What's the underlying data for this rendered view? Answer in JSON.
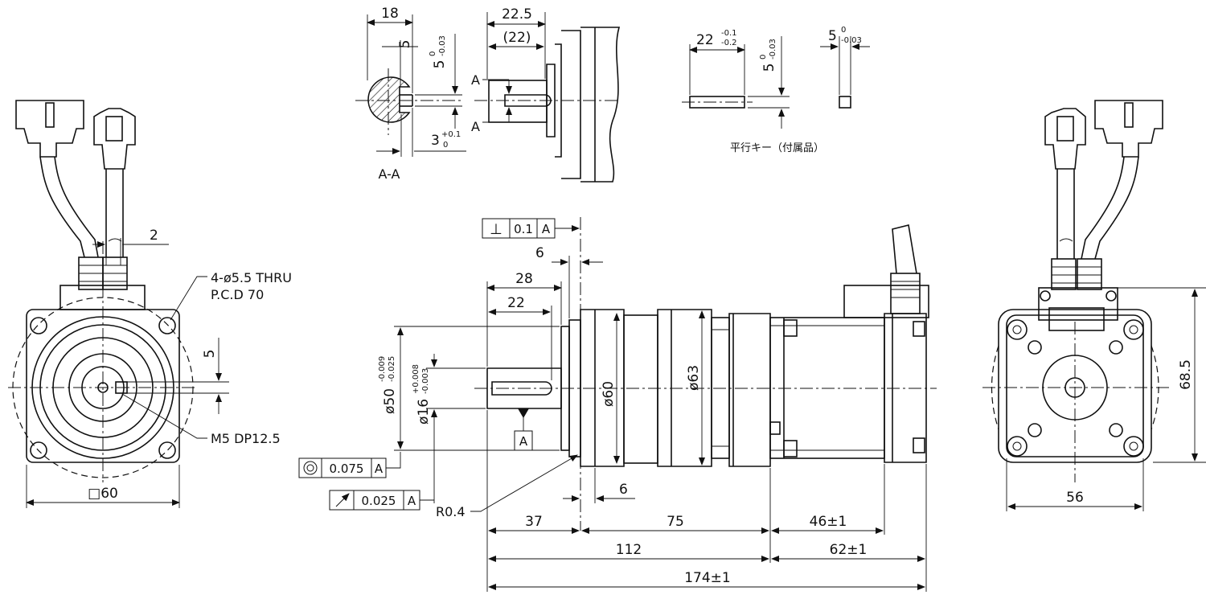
{
  "section": {
    "label": "A-A",
    "dim_width": "18",
    "dim_key": "5",
    "tol_key_upper": "0",
    "tol_key_lower": "-0.03",
    "dim_depth": "3",
    "tol_depth_upper": "+0.1",
    "tol_depth_lower": "0"
  },
  "shaft_detail": {
    "dim_total": "22.5",
    "dim_key_len": "(22)",
    "cut_a": "A"
  },
  "key": {
    "caption": "平行キー（付属品）",
    "dim_length": "22",
    "tol_len_upper": "-0.1",
    "tol_len_lower": "-0.2",
    "dim_height": "5",
    "tol_height_upper": "0",
    "tol_height_lower": "-0.03",
    "dim_width": "5",
    "tol_width_upper": "0",
    "tol_width_lower": "-0.03"
  },
  "front": {
    "holes_note": "4-ø5.5 THRU",
    "pcd_note": "P.C.D 70",
    "dim_cable_offset": "2",
    "dim_key_offset": "5",
    "tap_note": "M5 DP12.5",
    "dim_square": "□60"
  },
  "side": {
    "perp_symbol": "⊥",
    "perp_value": "0.1",
    "perp_datum": "A",
    "dim_flange": "6",
    "dim_shaft_len": "28",
    "dim_key_len": "22",
    "dim_pilot": "ø50",
    "tol_pilot_upper": "-0.009",
    "tol_pilot_lower": "-0.025",
    "dim_shaft_dia": "ø16",
    "tol_shaft_upper": "+0.008",
    "tol_shaft_lower": "-0.003",
    "dim_body1": "ø60",
    "dim_body2": "ø63",
    "datum_label": "A",
    "conc_value": "0.075",
    "conc_datum": "A",
    "runout_value": "0.025",
    "runout_datum": "A",
    "radius_note": "R0.4",
    "dim_flange_thk": "6",
    "dim_37": "37",
    "dim_75": "75",
    "dim_46": "46±1",
    "dim_112": "112",
    "dim_62": "62±1",
    "dim_174": "174±1"
  },
  "rear": {
    "dim_height": "68.5",
    "dim_width": "56"
  }
}
